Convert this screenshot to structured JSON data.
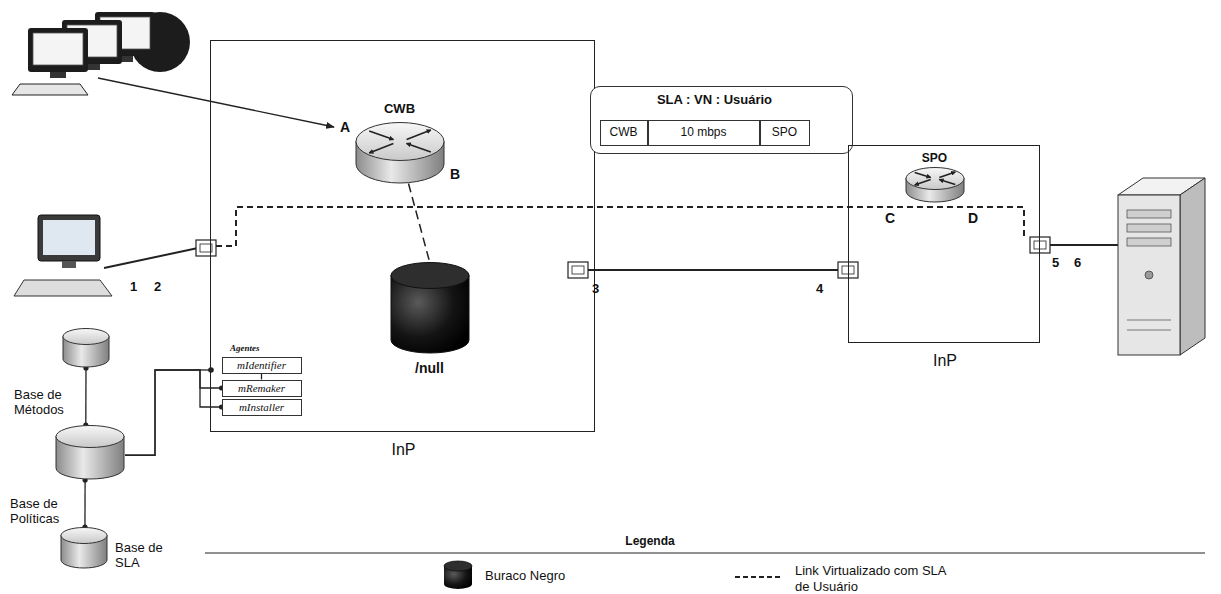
{
  "diagram": {
    "nodes": [
      {
        "text": [
          "InP"
        ]
      },
      {
        "text": [
          "CWB"
        ],
        "in": 0
      },
      {
        "text": [
          "/null"
        ],
        "in": 0
      },
      {
        "text": [
          "mIdentifier"
        ],
        "in": 0
      },
      {
        "text": [
          "mRemaker"
        ],
        "in": 0
      },
      {
        "text": [
          "mInstaller"
        ],
        "in": 0
      },
      {
        "text": [
          "SLA : VN : Usuário"
        ]
      },
      {
        "text": [
          "CWB"
        ],
        "in": 6
      },
      {
        "text": [
          "10 mbps"
        ],
        "in": 6
      },
      {
        "text": [
          "SPO"
        ],
        "in": 6
      },
      {
        "text": [
          "InP"
        ]
      },
      {
        "text": [
          "SPO"
        ],
        "in": 10
      },
      {
        "text": [
          "Base de Métodos"
        ]
      },
      {
        "text": [
          "Base de Políticas"
        ]
      },
      {
        "text": [
          "Base de SLA"
        ]
      }
    ],
    "edges": [
      {
        "from": 3,
        "to": 4,
        "arrow": "none"
      },
      {
        "from": 1,
        "to": 2,
        "arrow": "none"
      },
      {
        "from": 12,
        "to": 13,
        "arrow": "none"
      },
      {
        "from": 13,
        "to": 14,
        "arrow": "none"
      },
      {
        "from": 13,
        "to": 4,
        "arrow": "none"
      },
      {
        "from": 13,
        "to": 5,
        "arrow": "none"
      }
    ],
    "labels": [
      "Agentes",
      "A",
      "B",
      "C",
      "D",
      "1",
      "2",
      "3",
      "4",
      "5",
      "6",
      "Legenda"
    ],
    "legend": [
      {
        "text": "Buraco Negro"
      },
      {
        "text": "Link Virtualizado com SLA de Usuário"
      }
    ]
  }
}
